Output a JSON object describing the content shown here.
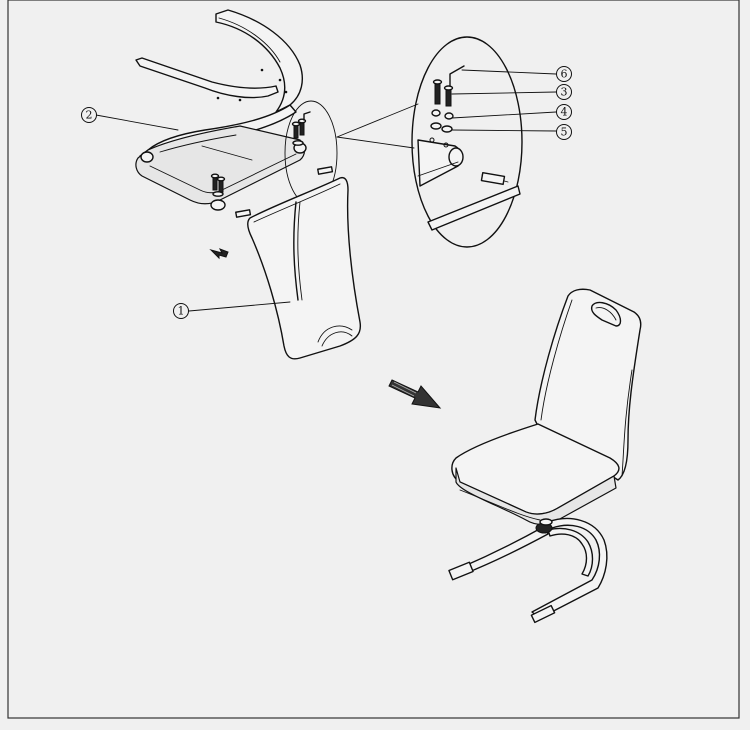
{
  "callouts": {
    "part1": "1",
    "part2": "2",
    "part3": "3",
    "part4": "4",
    "part5": "5",
    "part6": "6"
  },
  "colors": {
    "background": "#f0f0f0",
    "line": "#111111"
  }
}
